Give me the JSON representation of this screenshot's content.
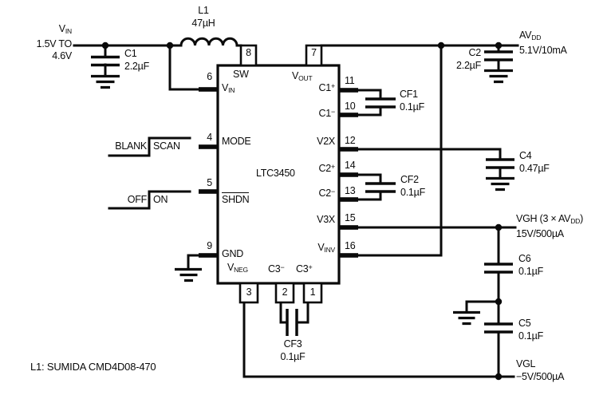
{
  "schematic": {
    "chip_name": "LTC3450",
    "note": "L1: SUMIDA CMD4D08-470",
    "line_color": "#000000",
    "background": "#ffffff",
    "input": {
      "name_main": "V",
      "name_sub": "IN",
      "range_line1": "1.5V TO",
      "range_line2": "4.6V"
    },
    "inductor": {
      "ref": "L1",
      "value": "47µH"
    },
    "capacitors": {
      "c1": {
        "ref": "C1",
        "value": "2.2µF"
      },
      "c2": {
        "ref": "C2",
        "value": "2.2µF"
      },
      "c4": {
        "ref": "C4",
        "value": "0.47µF"
      },
      "c5": {
        "ref": "C5",
        "value": "0.1µF"
      },
      "c6": {
        "ref": "C6",
        "value": "0.1µF"
      },
      "cf1": {
        "ref": "CF1",
        "value": "0.1µF"
      },
      "cf2": {
        "ref": "CF2",
        "value": "0.1µF"
      },
      "cf3": {
        "ref": "CF3",
        "value": "0.1µF"
      }
    },
    "outputs": {
      "avdd": {
        "name_main": "AV",
        "name_sub": "DD",
        "rating": "5.1V/10mA"
      },
      "vgh": {
        "name_pre": "VGH (3 × AV",
        "name_sub": "DD",
        "name_post": ")",
        "rating": "15V/500µA"
      },
      "vgl": {
        "name": "VGL",
        "rating": "−5V/500µA"
      }
    },
    "signals": {
      "mode": {
        "low": "BLANK",
        "high": "SCAN"
      },
      "shdn": {
        "low": "OFF",
        "high": "ON"
      }
    },
    "pins": {
      "n1": "1",
      "n2": "2",
      "n3": "3",
      "n4": "4",
      "n5": "5",
      "n6": "6",
      "n7": "7",
      "n8": "8",
      "n9": "9",
      "n10": "10",
      "n11": "11",
      "n12": "12",
      "n13": "13",
      "n14": "14",
      "n15": "15",
      "n16": "16",
      "sw": "SW",
      "vout_main": "V",
      "vout_sub": "OUT",
      "vin_main": "V",
      "vin_sub": "IN",
      "mode": "MODE",
      "shdn": "SHDN",
      "gnd": "GND",
      "vneg_main": "V",
      "vneg_sub": "NEG",
      "c1p_base": "C1",
      "c1p_sign": "+",
      "c1m_base": "C1",
      "c1m_sign": "−",
      "v2x": "V2X",
      "c2p_base": "C2",
      "c2p_sign": "+",
      "c2m_base": "C2",
      "c2m_sign": "−",
      "v3x": "V3X",
      "vinv_main": "V",
      "vinv_sub": "INV",
      "c3m_base": "C3",
      "c3m_sign": "−",
      "c3p_base": "C3",
      "c3p_sign": "+"
    }
  }
}
